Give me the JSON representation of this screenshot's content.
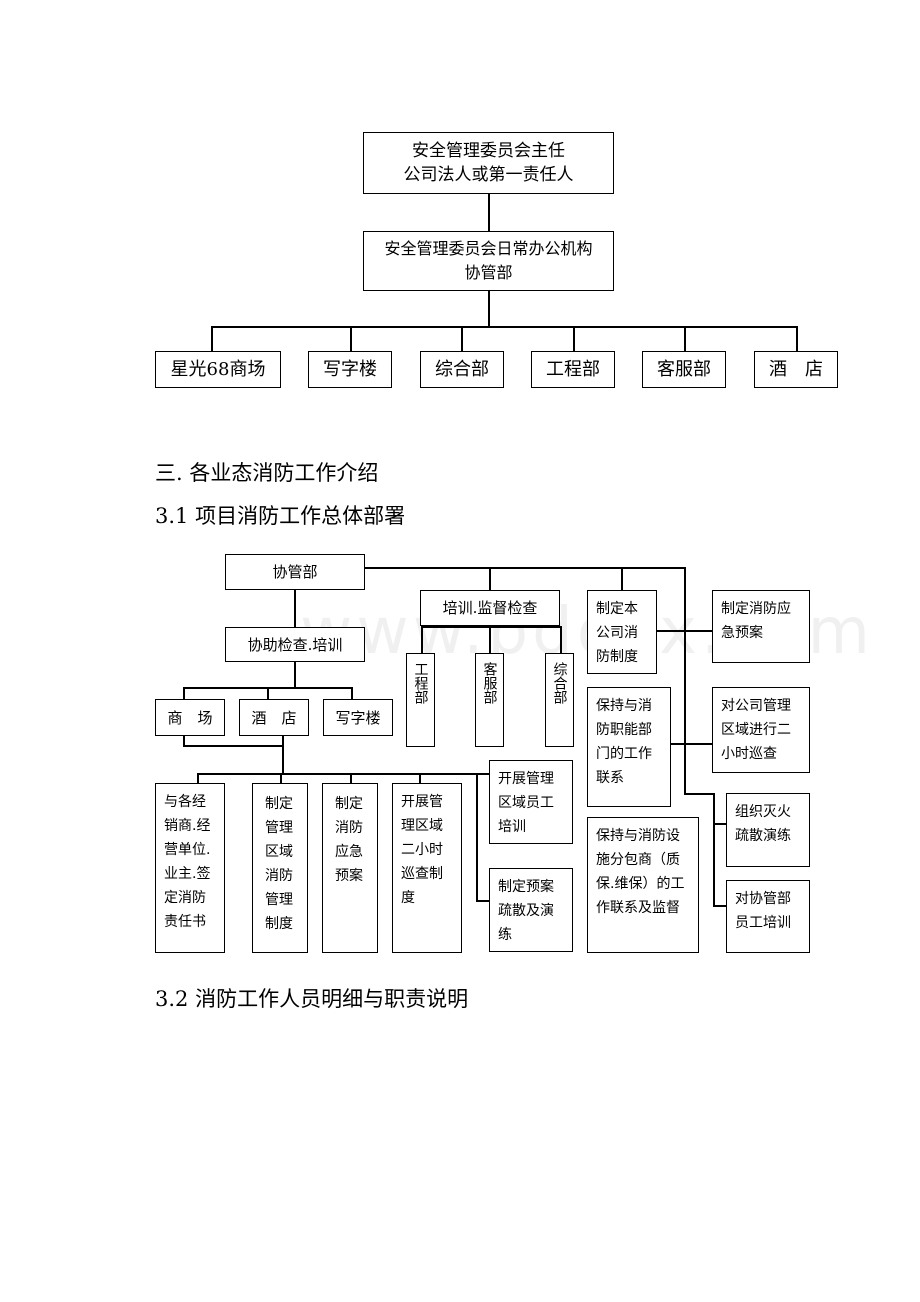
{
  "org_chart": {
    "top": [
      "安全管理委员会主任",
      "公司法人或第一责任人"
    ],
    "office": [
      "安全管理委员会日常办公机构",
      "协管部"
    ],
    "departments": [
      "星光68商场",
      "写字楼",
      "综合部",
      "工程部",
      "客服部",
      "酒　店"
    ]
  },
  "headings": {
    "section3": "三. 各业态消防工作介绍",
    "s31": "3.1 项目消防工作总体部署",
    "s32": "3.2 消防工作人员明细与职责说明"
  },
  "watermark": "www.bdocx.com",
  "deploy_chart": {
    "root": "协管部",
    "assist": "协助检查.培训",
    "training": "培训.监督检查",
    "venues": [
      "商　场",
      "酒　店",
      "写字楼"
    ],
    "depts": [
      "工程部",
      "客服部",
      "综合部"
    ],
    "duties": [
      "与各经销商.经营单位.业主.签定消防责任书",
      "制定管理区域消防管理制度",
      "制定消防应急预案",
      "开展管理区域二小时巡查制度"
    ],
    "mid": [
      "开展管理区域员工培训",
      "制定预案疏散及演练"
    ],
    "right_col": [
      "制定本公司消防制度",
      "保持与消防职能部门的工作联系",
      "保持与消防设施分包商（质保.维保）的工作联系及监督"
    ],
    "far_right": [
      "制定消防应急预案",
      "对公司管理区域进行二小时巡查",
      "组织灭火疏散演练",
      "对协管部员工培训"
    ]
  }
}
